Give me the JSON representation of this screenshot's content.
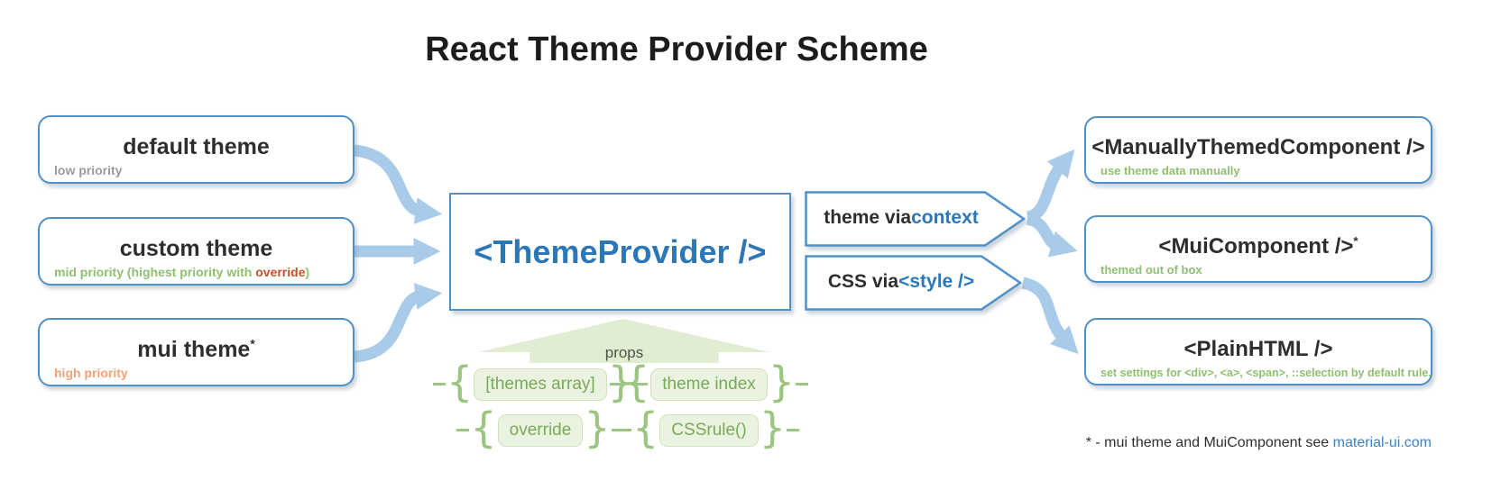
{
  "title": "React Theme Provider Scheme",
  "palette": {
    "box_border": "#4e91c9",
    "accent_blue": "#2c77b8",
    "arrow_blue": "#a9cbea",
    "note_green": "#8fbf72",
    "tag_green": "#79aa58",
    "note_gray": "#9a9a9a",
    "note_orange": "#f2a274",
    "override_red": "#c0532c",
    "tag_fill": "#eaf3e0",
    "props_fill": "#e0edd3"
  },
  "inputs": [
    {
      "label": "default theme",
      "note": "low priority"
    },
    {
      "label": "custom theme",
      "note_before": "mid priority (highest  priority with ",
      "note_em": "override",
      "note_after": ")"
    },
    {
      "label": "mui theme",
      "sup": "*",
      "note": "high priority"
    }
  ],
  "provider": {
    "label": "<ThemeProvider />"
  },
  "props_panel": {
    "arrow_label": "props",
    "tags": [
      "[themes array]",
      "theme index",
      "override",
      "CSSrule()"
    ]
  },
  "channels": [
    {
      "prefix": "theme via ",
      "highlight": "context"
    },
    {
      "prefix": "CSS via ",
      "highlight": "<style />"
    }
  ],
  "outputs": [
    {
      "label": "<ManuallyThemedComponent />",
      "note": "use theme data manually"
    },
    {
      "label": "<MuiComponent />",
      "sup": "*",
      "note": "themed out of box"
    },
    {
      "label": "<PlainHTML />",
      "note": "set settings for <div>, <a>, <span>, ::selection by default rule."
    }
  ],
  "footnote": {
    "prefix": "* - mui theme and MuiComponent see ",
    "link": "material-ui.com"
  }
}
